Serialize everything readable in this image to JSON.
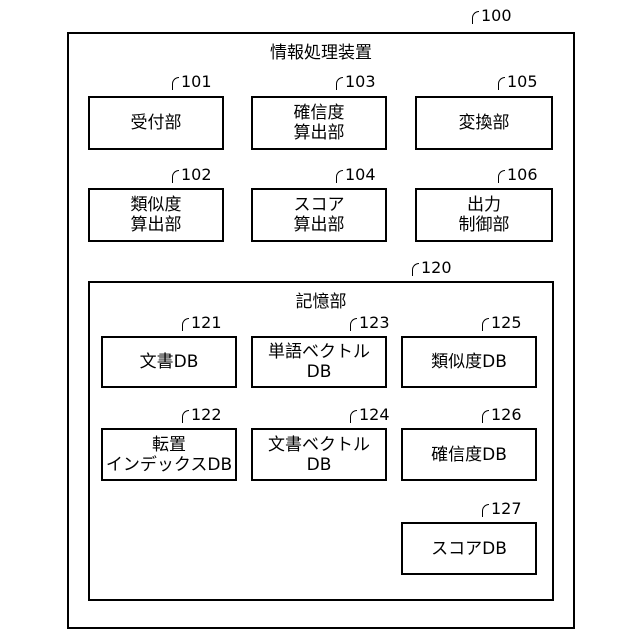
{
  "device": {
    "ref": "100",
    "title": "情報処理装置"
  },
  "units": [
    {
      "ref": "101",
      "lines": [
        "受付部"
      ]
    },
    {
      "ref": "103",
      "lines": [
        "確信度",
        "算出部"
      ]
    },
    {
      "ref": "105",
      "lines": [
        "変換部"
      ]
    },
    {
      "ref": "102",
      "lines": [
        "類似度",
        "算出部"
      ]
    },
    {
      "ref": "104",
      "lines": [
        "スコア",
        "算出部"
      ]
    },
    {
      "ref": "106",
      "lines": [
        "出力",
        "制御部"
      ]
    }
  ],
  "storage": {
    "ref": "120",
    "title": "記憶部",
    "dbs": [
      {
        "ref": "121",
        "lines": [
          "文書DB"
        ]
      },
      {
        "ref": "123",
        "lines": [
          "単語ベクトル",
          "DB"
        ]
      },
      {
        "ref": "125",
        "lines": [
          "類似度DB"
        ]
      },
      {
        "ref": "122",
        "lines": [
          "転置",
          "インデックスDB"
        ]
      },
      {
        "ref": "124",
        "lines": [
          "文書ベクトル",
          "DB"
        ]
      },
      {
        "ref": "126",
        "lines": [
          "確信度DB"
        ]
      },
      {
        "ref": "127",
        "lines": [
          "スコアDB"
        ]
      }
    ]
  }
}
